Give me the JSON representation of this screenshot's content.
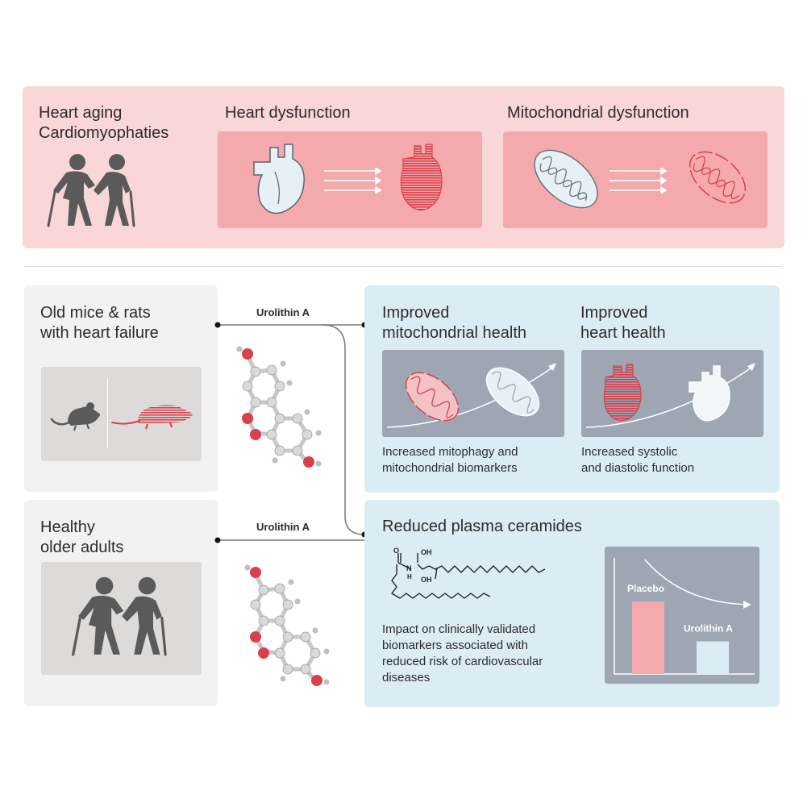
{
  "top_panel": {
    "aging_title_line1": "Heart aging",
    "aging_title_line2": "Cardiomyophaties",
    "heart_title": "Heart dysfunction",
    "mito_title": "Mitochondrial dysfunction"
  },
  "models": {
    "animals_title_line1": "Old mice & rats",
    "animals_title_line2": "with heart failure",
    "humans_title_line1": "Healthy",
    "humans_title_line2": "older adults"
  },
  "treatment": {
    "label_animals": "Urolithin A",
    "label_humans": "Urolithin A"
  },
  "outcomes": {
    "mito_title_line1": "Improved",
    "mito_title_line2": "mitochondrial health",
    "mito_caption_line1": "Increased mitophagy and",
    "mito_caption_line2": "mitochondrial biomarkers",
    "heart_title_line1": "Improved",
    "heart_title_line2": "heart health",
    "heart_caption_line1": "Increased systolic",
    "heart_caption_line2": "and diastolic function",
    "ceramide_title": "Reduced plasma ceramides",
    "ceramide_caption_line1": "Impact on clinically validated",
    "ceramide_caption_line2": "biomarkers associated with",
    "ceramide_caption_line3": "reduced risk of cardiovascular",
    "ceramide_caption_line4": "diseases",
    "oh_top": "OH",
    "oh_bottom": "OH",
    "n_label": "N",
    "h_label": "H",
    "o_label": "O"
  },
  "chart_data": {
    "type": "bar",
    "categories": [
      "Placebo",
      "Urolithin A"
    ],
    "values": [
      1.0,
      0.45
    ],
    "title": "",
    "xlabel": "",
    "ylabel": "",
    "ylim": [
      0,
      1.6
    ],
    "colors": [
      "#f4aaac",
      "#dcecf4"
    ]
  },
  "colors": {
    "pink_panel": "#f9d6d8",
    "pink_inner": "#f4aaac",
    "red_accent": "#d9404c",
    "blue_panel": "#dcecf4",
    "slate_inner": "#9ea6b4",
    "grey_panel": "#f2f2f2",
    "figure_grey": "#5a5a5a"
  }
}
